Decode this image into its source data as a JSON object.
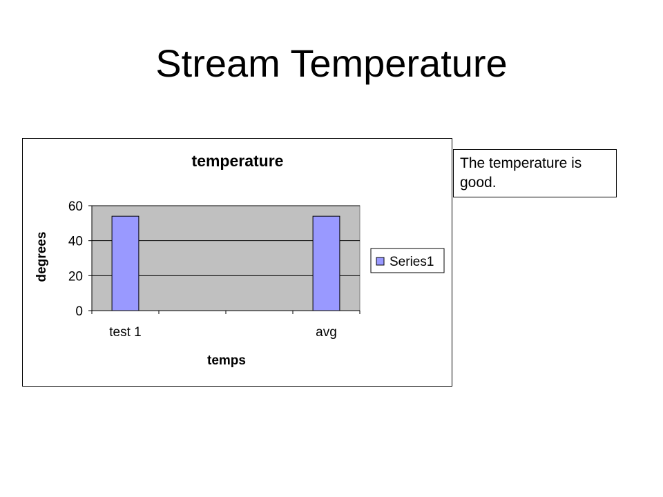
{
  "slide": {
    "title": "Stream Temperature"
  },
  "note": {
    "text": "The temperature is good."
  },
  "colors": {
    "plot_background": "#c0c0c0",
    "bar_fill": "#9999ff",
    "outline": "#000000"
  },
  "chart_data": {
    "type": "bar",
    "title": "temperature",
    "xlabel": "temps",
    "ylabel": "degrees",
    "categories": [
      "test 1",
      "",
      "",
      "avg"
    ],
    "series": [
      {
        "name": "Series1",
        "values": [
          54,
          null,
          null,
          54
        ]
      }
    ],
    "ylim": [
      0,
      60
    ],
    "yticks": [
      0,
      20,
      40,
      60
    ],
    "grid": true,
    "legend": "right"
  }
}
